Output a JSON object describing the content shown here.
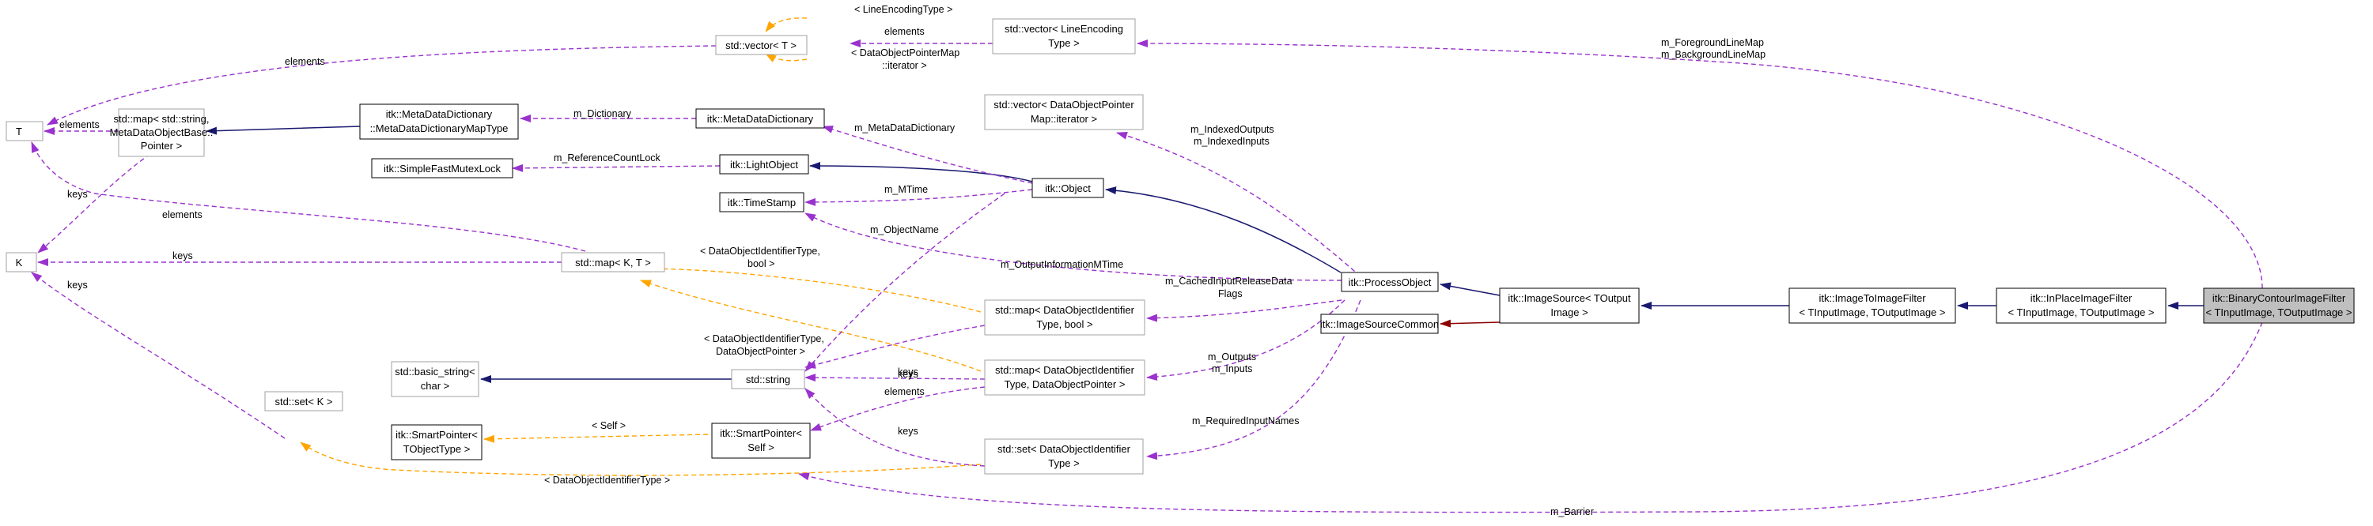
{
  "colors": {
    "inheritance": "#191970",
    "usage": "#9a32cd",
    "template": "#ffa500",
    "private_inheritance": "#8b0000",
    "node_border_strong": "#000000",
    "node_border_faint": "#a0a0a0",
    "focus_fill": "#bfbfbf"
  },
  "nodes": {
    "binary_contour": [
      "itk::BinaryContourImageFilter",
      "< TInputImage, TOutputImage >"
    ],
    "inplace": [
      "itk::InPlaceImageFilter",
      "< TInputImage, TOutputImage >"
    ],
    "img2img": [
      "itk::ImageToImageFilter",
      "< TInputImage, TOutputImage >"
    ],
    "imgsource": [
      "itk::ImageSource< TOutput",
      "Image >"
    ],
    "imgsourcecommon": [
      "itk::ImageSourceCommon"
    ],
    "processobject": [
      "itk::ProcessObject"
    ],
    "object": [
      "itk::Object"
    ],
    "lightobject": [
      "itk::LightObject"
    ],
    "mutexlock": [
      "itk::SimpleFastMutexLock"
    ],
    "timestamp": [
      "itk::TimeStamp"
    ],
    "mdd": [
      "itk::MetaDataDictionary"
    ],
    "mddmaptype": [
      "itk::MetaDataDictionary",
      "::MetaDataDictionaryMapType"
    ],
    "mapmeta": [
      "std::map< std::string,",
      " MetaDataObjectBase::",
      "Pointer >"
    ],
    "T": [
      "T"
    ],
    "K": [
      "K"
    ],
    "vectorT": [
      "std::vector< T >"
    ],
    "vectorLE": [
      "std::vector< LineEncoding",
      "Type >"
    ],
    "vectorDOP": [
      "std::vector< DataObjectPointer",
      "Map::iterator >"
    ],
    "mapKT": [
      "std::map< K, T >"
    ],
    "mapBool": [
      "std::map< DataObjectIdentifier",
      "Type, bool >"
    ],
    "mapDOP": [
      "std::map< DataObjectIdentifier",
      "Type, DataObjectPointer >"
    ],
    "setDOI": [
      "std::set< DataObjectIdentifier",
      "Type >"
    ],
    "setK": [
      "std::set< K >"
    ],
    "string": [
      "std::string"
    ],
    "basicstring": [
      "std::basic_string<",
      "char >"
    ],
    "smartptrSelf": [
      "itk::SmartPointer<",
      "Self >"
    ],
    "smartptrT": [
      "itk::SmartPointer<",
      "TObjectType >"
    ]
  },
  "edge_labels": {
    "le_type": "< LineEncodingType >",
    "elements_vecT": "elements",
    "dop_iter": [
      "< DataObjectPointerMap",
      "::iterator >"
    ],
    "fg_bg": [
      "m_ForegroundLineMap",
      "m_BackgroundLineMap"
    ],
    "elements_T": "elements",
    "elements_map": "elements",
    "m_dictionary": "m_Dictionary",
    "m_mdd": "m_MetaDataDictionary",
    "m_refcount": "m_ReferenceCountLock",
    "m_mtime": "m_MTime",
    "keys_K": "keys",
    "elements_mapKT": "elements",
    "keys_mapKT": "keys",
    "indexed": [
      "m_IndexedOutputs",
      "m_IndexedInputs"
    ],
    "m_objectname": "m_ObjectName",
    "m_outputinfo": "m_OutputInformationMTime",
    "doi_bool": [
      "< DataObjectIdentifierType,",
      "bool >"
    ],
    "doi_dop": [
      "< DataObjectIdentifierType,",
      "DataObjectPointer >"
    ],
    "cached": [
      "m_CachedInputReleaseData",
      "Flags"
    ],
    "keys_mapBool": "keys",
    "keys_mapDOP": "keys",
    "elements_mapDOP": "elements",
    "outputs_inputs": [
      "m_Outputs",
      "m_Inputs"
    ],
    "required": "m_RequiredInputNames",
    "keys_setDOI": "keys",
    "keys_setK": "keys",
    "self": "< Self >",
    "doi_type": "< DataObjectIdentifierType >",
    "barrier": "m_Barrier"
  }
}
